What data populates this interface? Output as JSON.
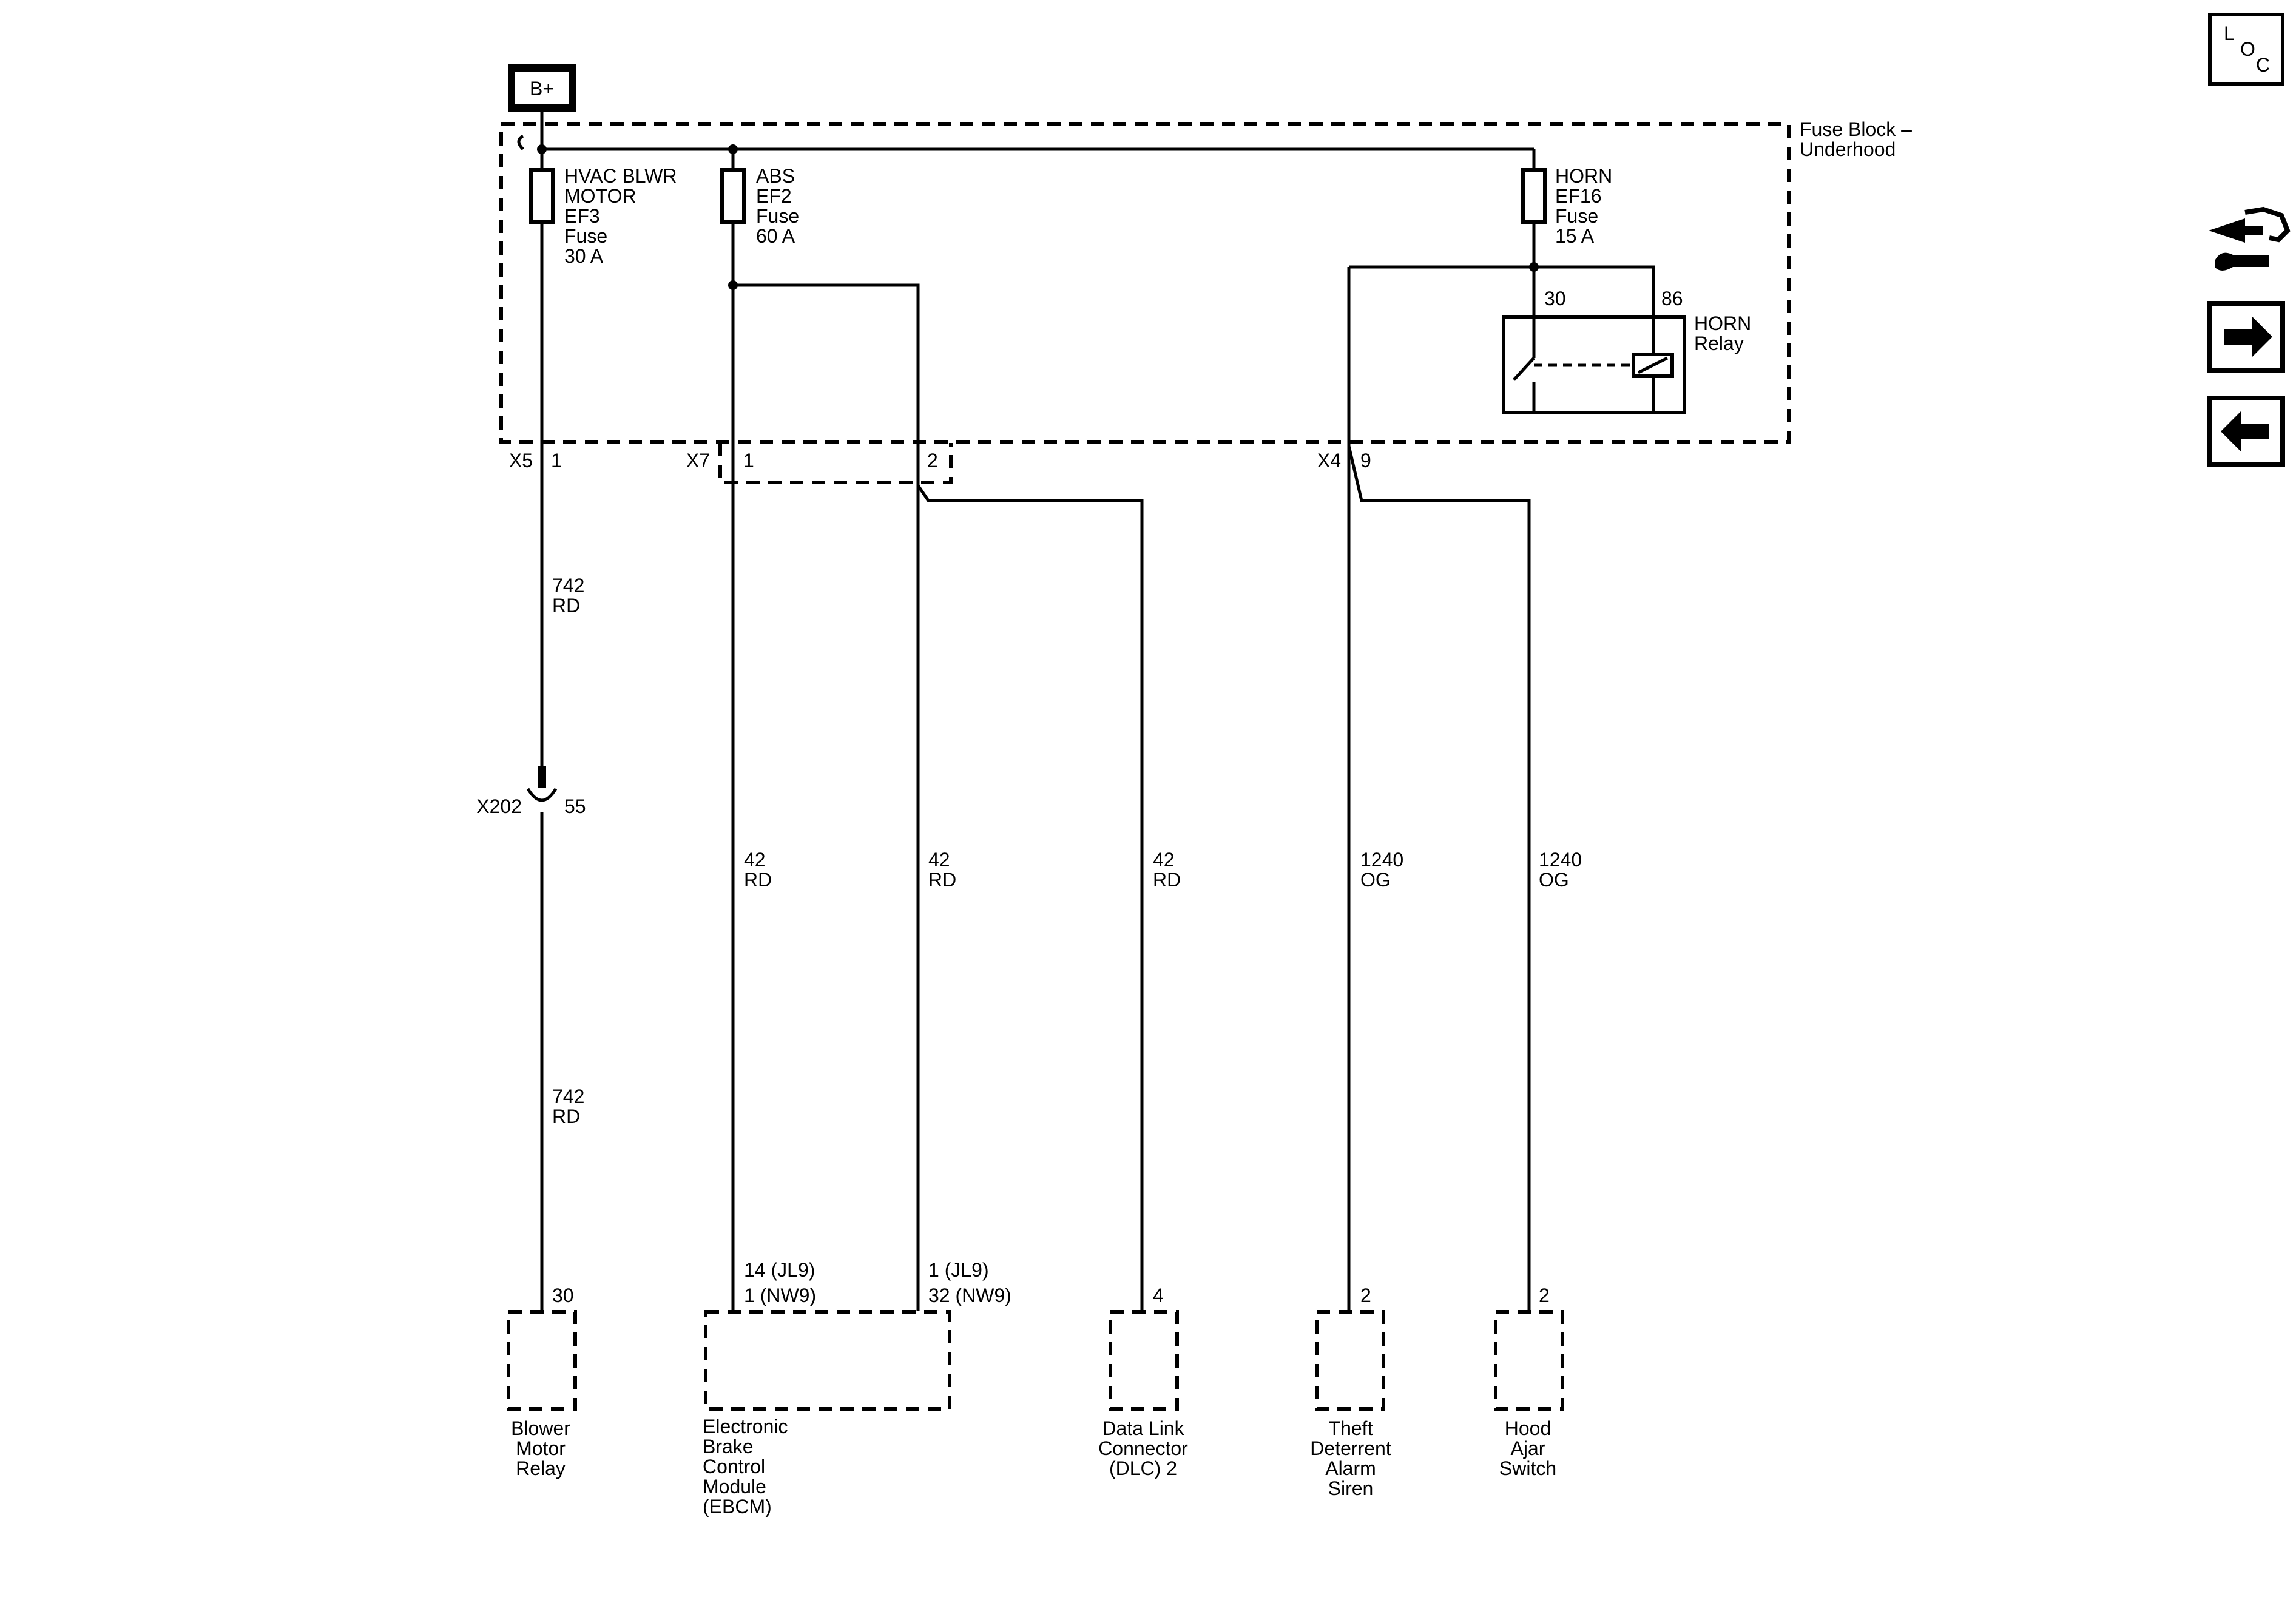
{
  "power": {
    "label": "B+"
  },
  "fuse_block": {
    "title_line1": "Fuse Block –",
    "title_line2": "Underhood",
    "fuses": [
      {
        "lines": [
          "HVAC BLWR",
          "MOTOR",
          "EF3",
          "Fuse",
          "30 A"
        ]
      },
      {
        "lines": [
          "ABS",
          "EF2",
          "Fuse",
          "60 A"
        ]
      },
      {
        "lines": [
          "HORN",
          "EF16",
          "Fuse",
          "15 A"
        ]
      }
    ],
    "relay": {
      "name_line1": "HORN",
      "name_line2": "Relay",
      "pin_a": "30",
      "pin_b": "86"
    }
  },
  "connectors": {
    "x5": {
      "name": "X5",
      "pin": "1"
    },
    "x7": {
      "name": "X7",
      "pin_a": "1",
      "pin_b": "2"
    },
    "x4": {
      "name": "X4",
      "pin": "9"
    },
    "x202": {
      "name": "X202",
      "pin": "55"
    }
  },
  "wires": [
    {
      "circuit": "742",
      "color": "RD"
    },
    {
      "circuit": "742",
      "color": "RD"
    },
    {
      "circuit": "42",
      "color": "RD"
    },
    {
      "circuit": "42",
      "color": "RD"
    },
    {
      "circuit": "42",
      "color": "RD"
    },
    {
      "circuit": "1240",
      "color": "OG"
    },
    {
      "circuit": "1240",
      "color": "OG"
    }
  ],
  "components": {
    "blower": {
      "pin": "30",
      "lines": [
        "Blower",
        "Motor",
        "Relay"
      ]
    },
    "ebcm": {
      "pin_a_1": "14 (JL9)",
      "pin_a_2": "1 (NW9)",
      "pin_b_1": "1 (JL9)",
      "pin_b_2": "32 (NW9)",
      "lines": [
        "Electronic",
        "Brake",
        "Control",
        "Module",
        "(EBCM)"
      ]
    },
    "dlc": {
      "pin": "4",
      "lines": [
        "Data Link",
        "Connector",
        "(DLC) 2"
      ]
    },
    "siren": {
      "pin": "2",
      "lines": [
        "Theft",
        "Deterrent",
        "Alarm",
        "Siren"
      ]
    },
    "hood": {
      "pin": "2",
      "lines": [
        "Hood",
        "Ajar",
        "Switch"
      ]
    }
  },
  "nav": {
    "loc": {
      "l": "L",
      "o": "O",
      "c": "C"
    },
    "icons": [
      "connector-repair-icon",
      "next-arrow-icon",
      "previous-arrow-icon"
    ]
  }
}
